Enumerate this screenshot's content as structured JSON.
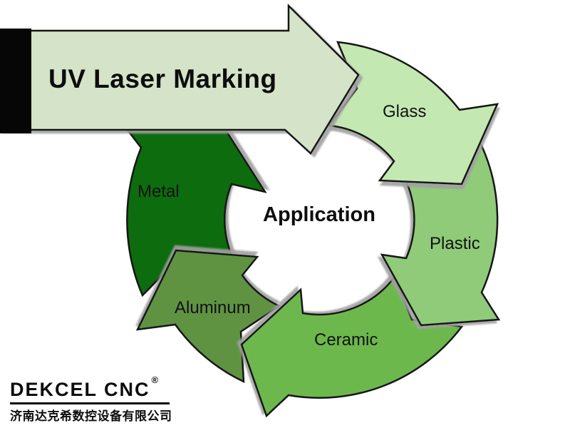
{
  "title_arrow": {
    "label": "UV Laser Marking",
    "color": "#d5e4c8"
  },
  "center": {
    "label": "Application"
  },
  "cycle": {
    "items": [
      {
        "label": "Glass",
        "color": "#c3e8b1"
      },
      {
        "label": "Plastic",
        "color": "#90cb79"
      },
      {
        "label": "Ceramic",
        "color": "#6db84e"
      },
      {
        "label": "Aluminum",
        "color": "#5f9343"
      },
      {
        "label": "Metal",
        "color": "#0b6c0f"
      }
    ]
  },
  "logo": {
    "name": "DEKCEL CNC",
    "registered": "®",
    "subtitle": "济南达克希数控设备有限公司"
  }
}
